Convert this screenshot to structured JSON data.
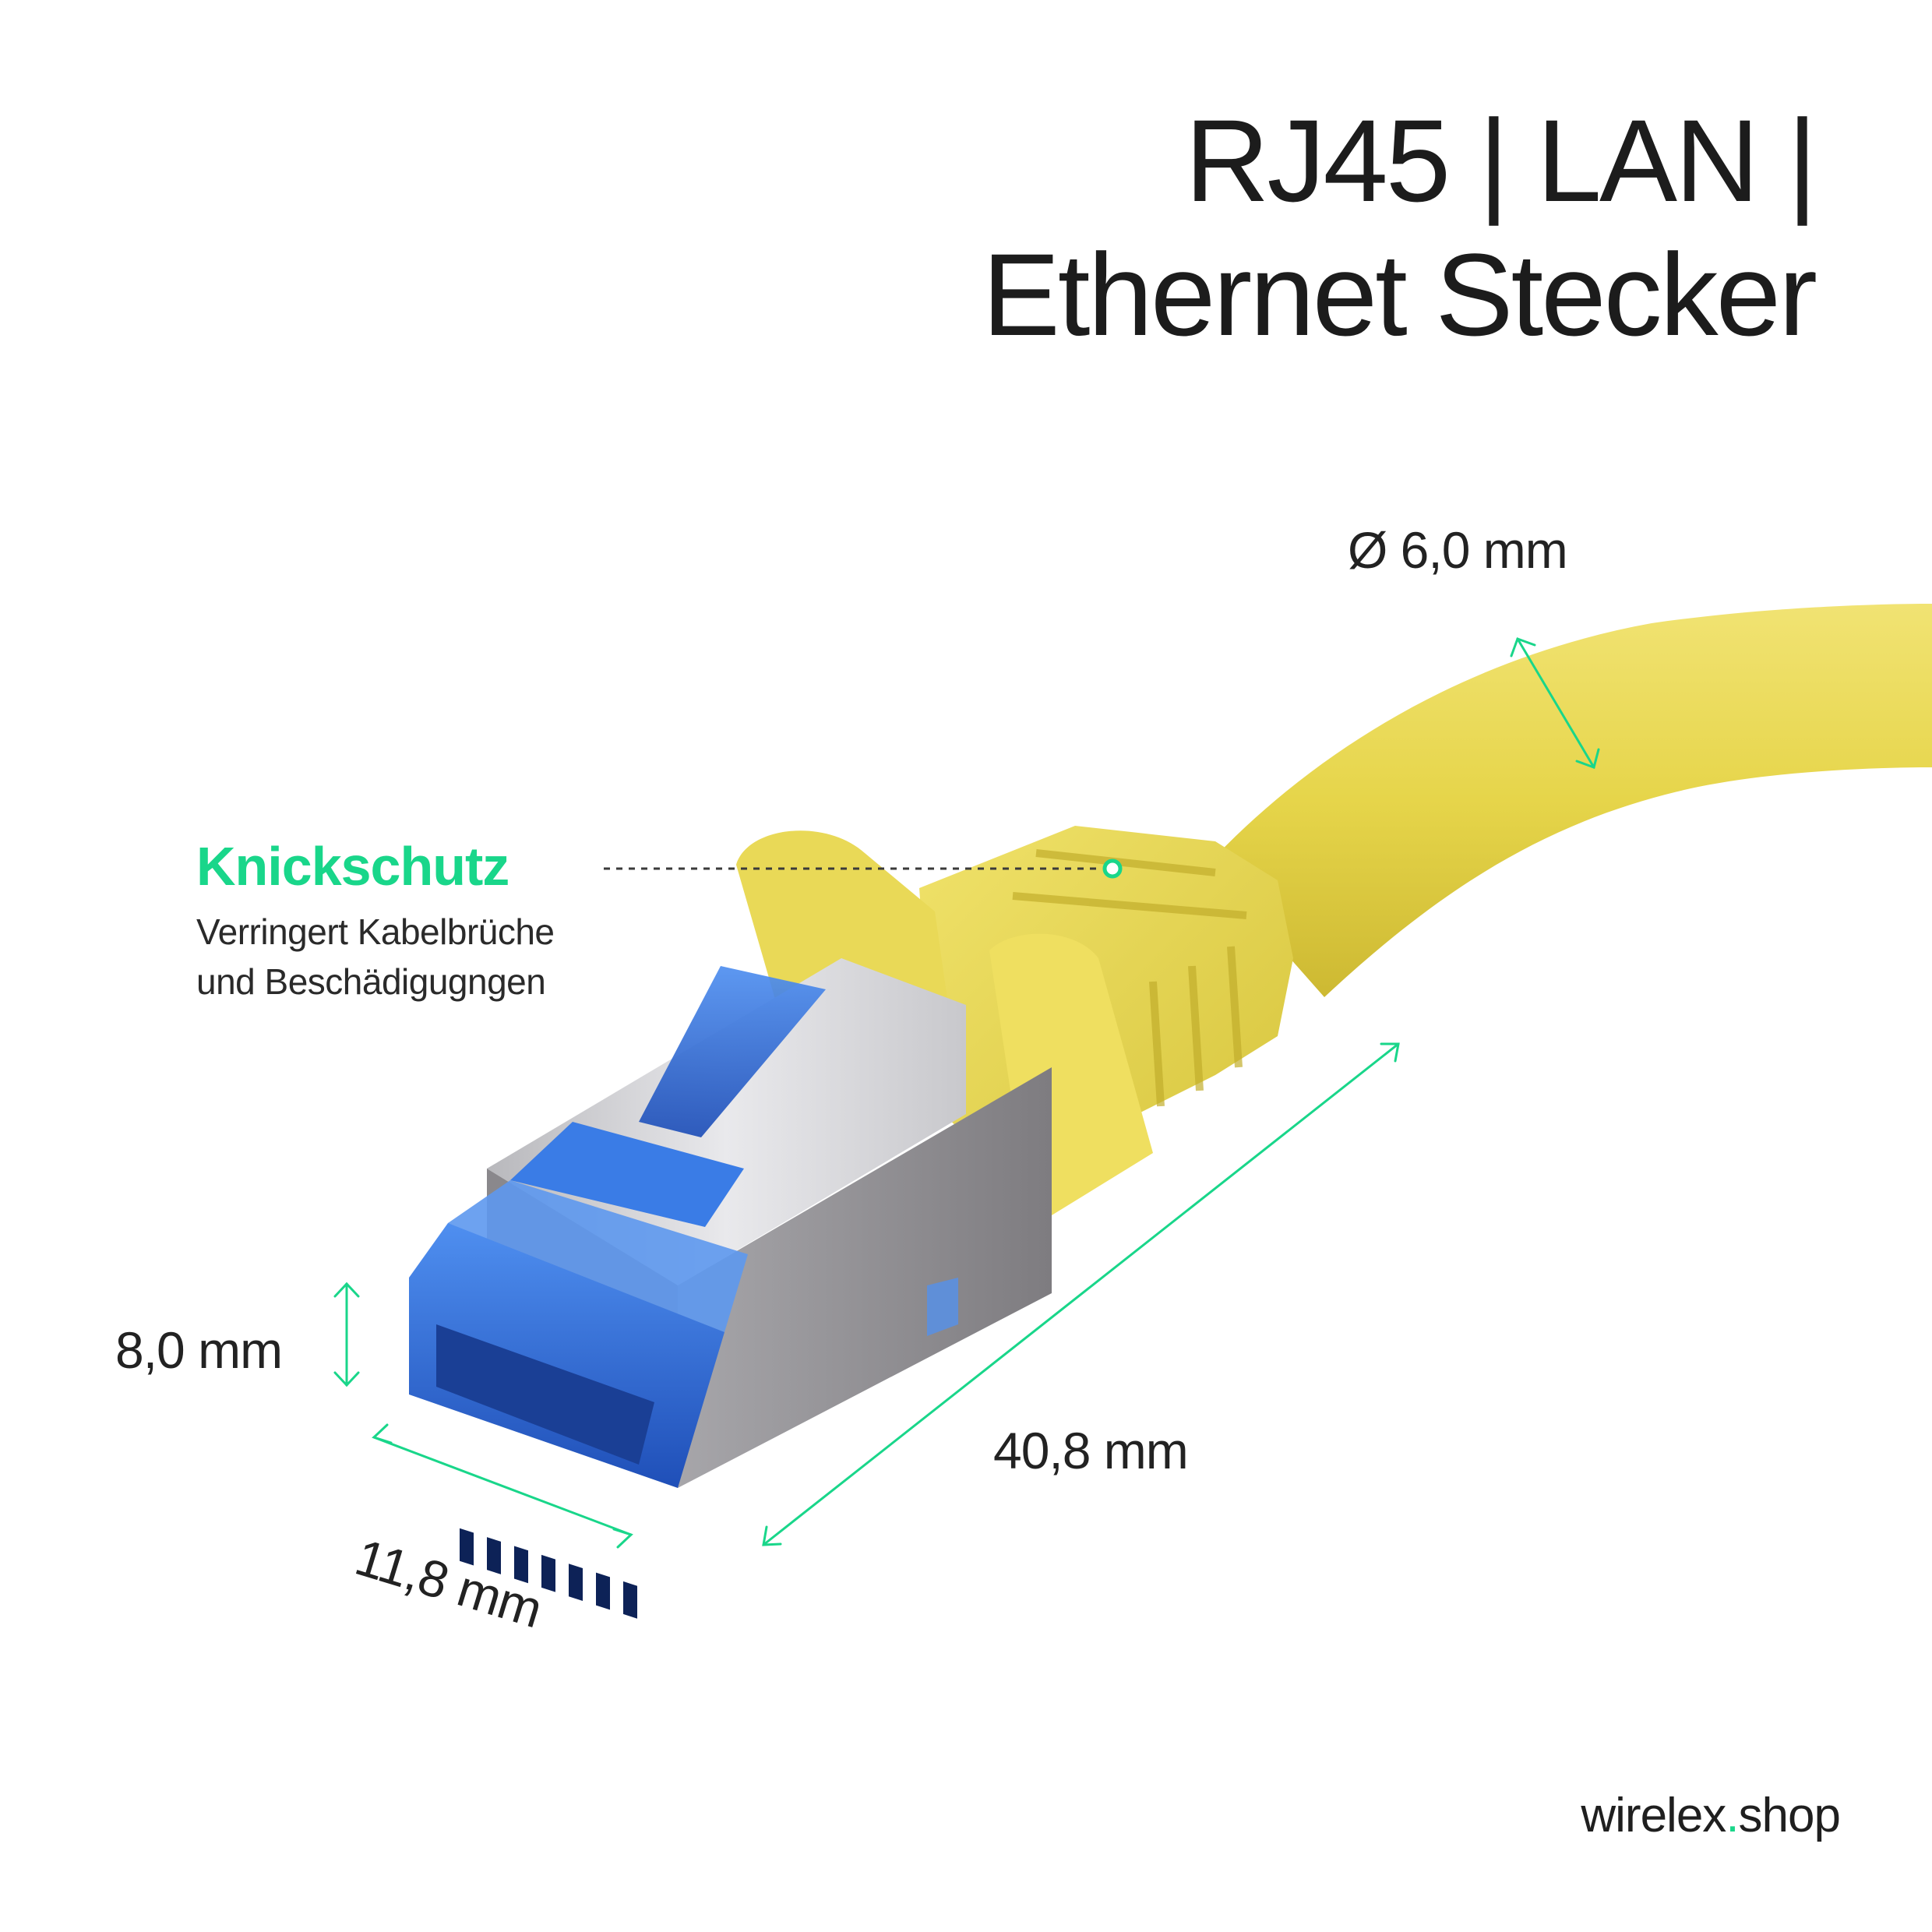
{
  "title": {
    "line1": "RJ45 | LAN |",
    "line2": "Ethernet Stecker"
  },
  "callout": {
    "title": "Knickschutz",
    "desc_line1": "Verringert Kabelbrüche",
    "desc_line2": "und Beschädigugngen"
  },
  "dimensions": {
    "cable_diameter": "Ø 6,0 mm",
    "height": "8,0 mm",
    "length": "40,8 mm",
    "width": "11,8 mm"
  },
  "brand": {
    "name": "wirelex",
    "dot": ".",
    "tld": "shop"
  },
  "colors": {
    "accent": "#19d68a",
    "cable_yellow": "#e6d54a",
    "latch_blue": "#2f6fe0",
    "shield_metal": "#9a9a9e"
  }
}
